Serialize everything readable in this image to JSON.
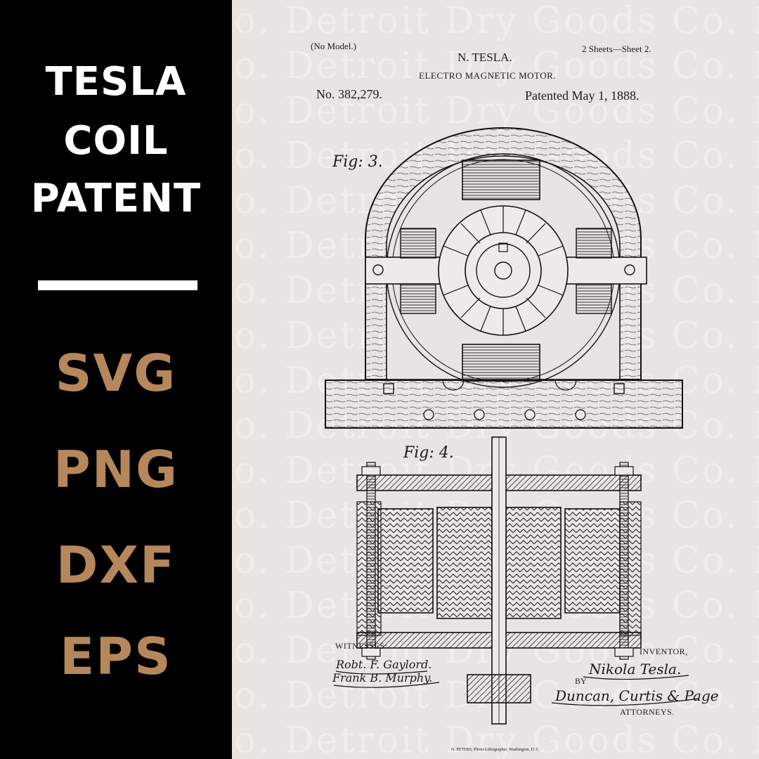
{
  "promo": {
    "title_lines": [
      "TESLA",
      "COIL",
      "PATENT"
    ],
    "formats": [
      "SVG",
      "PNG",
      "DXF",
      "EPS"
    ],
    "colors": {
      "panel_bg": "#000000",
      "title": "#ffffff",
      "format_text": "#b5875a",
      "sheet_bg": "#e8e4e1"
    }
  },
  "patent": {
    "no_model": "(No Model.)",
    "inventor_header": "N. TESLA.",
    "sheets": "2 Sheets—Sheet 2.",
    "subject": "ELECTRO MAGNETIC MOTOR.",
    "number": "No. 382,279.",
    "patented": "Patented May 1, 1888.",
    "fig3_label": "Fig: 3.",
    "fig4_label": "Fig: 4.",
    "witnesses_label": "WITNESSES:",
    "witness_1": "Robt. F. Gaylord.",
    "witness_2": "Frank B. Murphy.",
    "inventor_label": "INVENTOR,",
    "inventor_signature": "Nikola Tesla.",
    "by_label": "BY",
    "attorneys_signature": "Duncan, Curtis & Page",
    "attorneys_label": "ATTORNEYS.",
    "printer": "N. PETERS, Photo-Lithographer, Washington, D. C.",
    "watermark": "Co. Detroit Dry Goods Co. Detroit Dry Goods Co. Detroit Dry Goods"
  }
}
